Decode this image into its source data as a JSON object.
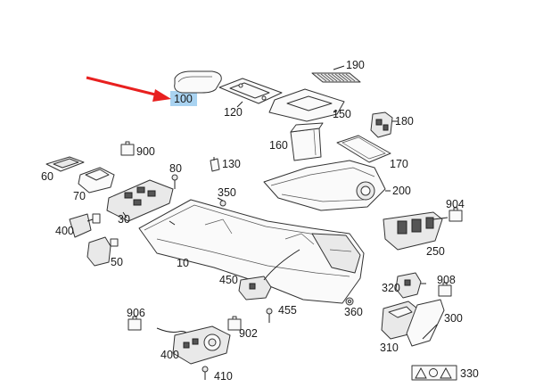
{
  "callouts": {
    "p100": "100",
    "p120": "120",
    "p190": "190",
    "p150": "150",
    "p180": "180",
    "p160": "160",
    "p170": "170",
    "p900": "900",
    "p80": "80",
    "p130": "130",
    "p60": "60",
    "p70": "70",
    "p200": "200",
    "p350": "350",
    "p904": "904",
    "p30": "30",
    "p400a": "400",
    "p50": "50",
    "p250": "250",
    "p10": "10",
    "p450": "450",
    "p455": "455",
    "p360": "360",
    "p908": "908",
    "p320": "320",
    "p300": "300",
    "p906": "906",
    "p902": "902",
    "p310": "310",
    "p400b": "400",
    "p410": "410",
    "p330": "330"
  },
  "highlight": {
    "part": "100",
    "arrow_color": "#e8201f",
    "box_color": "#a9d3f1"
  }
}
